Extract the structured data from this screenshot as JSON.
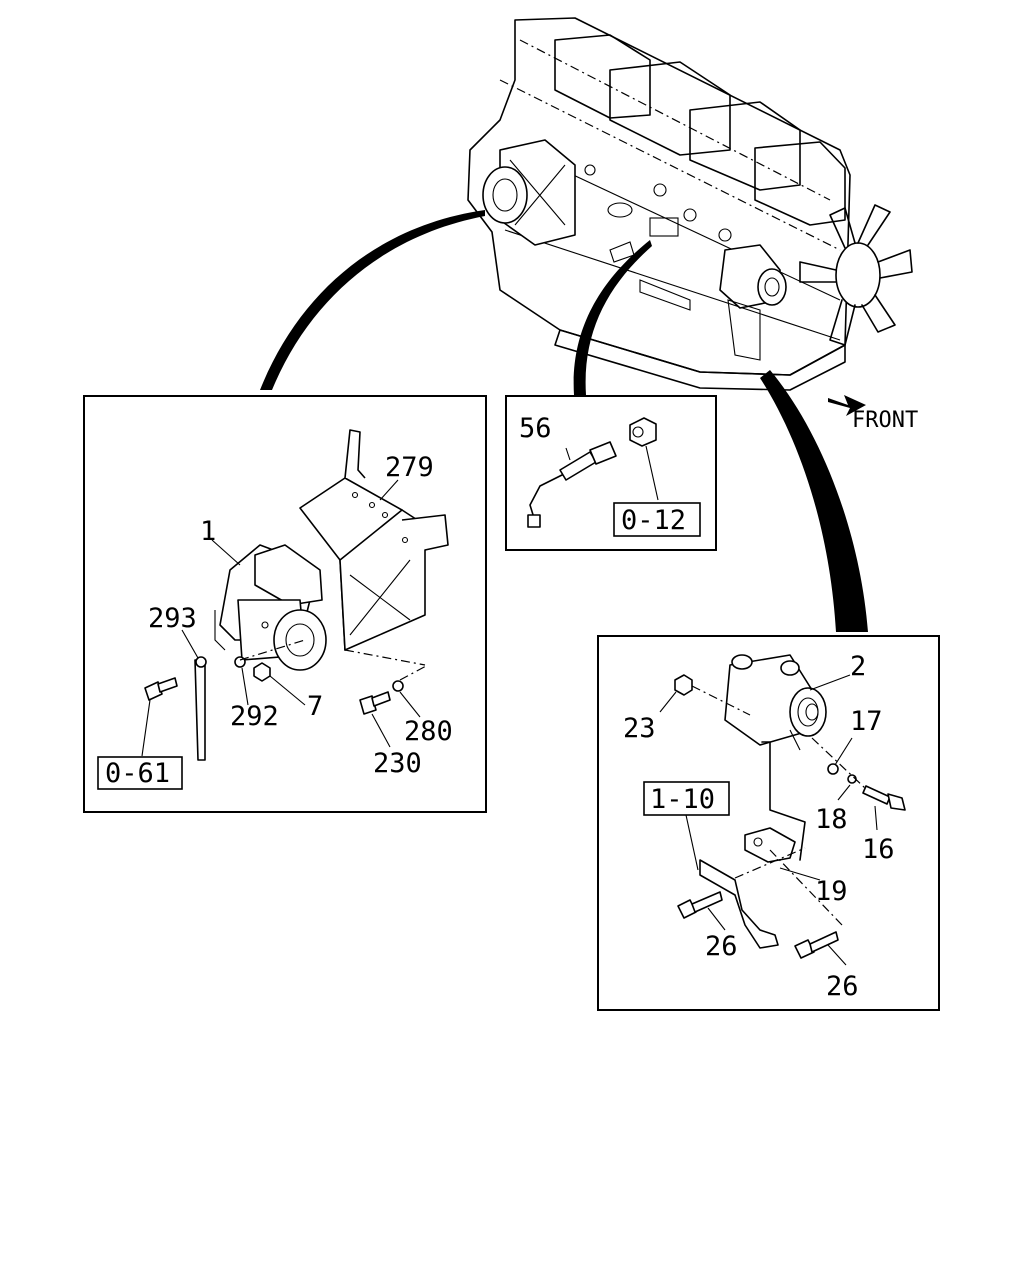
{
  "direction": {
    "front_label": "FRONT"
  },
  "panels": {
    "starter": {
      "labels": {
        "p1": "1",
        "p279": "279",
        "p293": "293",
        "p292": "292",
        "p7": "7",
        "p280": "280",
        "p230": "230"
      },
      "ref": "0-61"
    },
    "sensor": {
      "labels": {
        "p56": "56"
      },
      "ref": "0-12"
    },
    "alternator": {
      "labels": {
        "p2": "2",
        "p23": "23",
        "p17": "17",
        "p18": "18",
        "p16": "16",
        "p19": "19",
        "p26a": "26",
        "p26b": "26"
      },
      "ref": "1-10"
    }
  }
}
